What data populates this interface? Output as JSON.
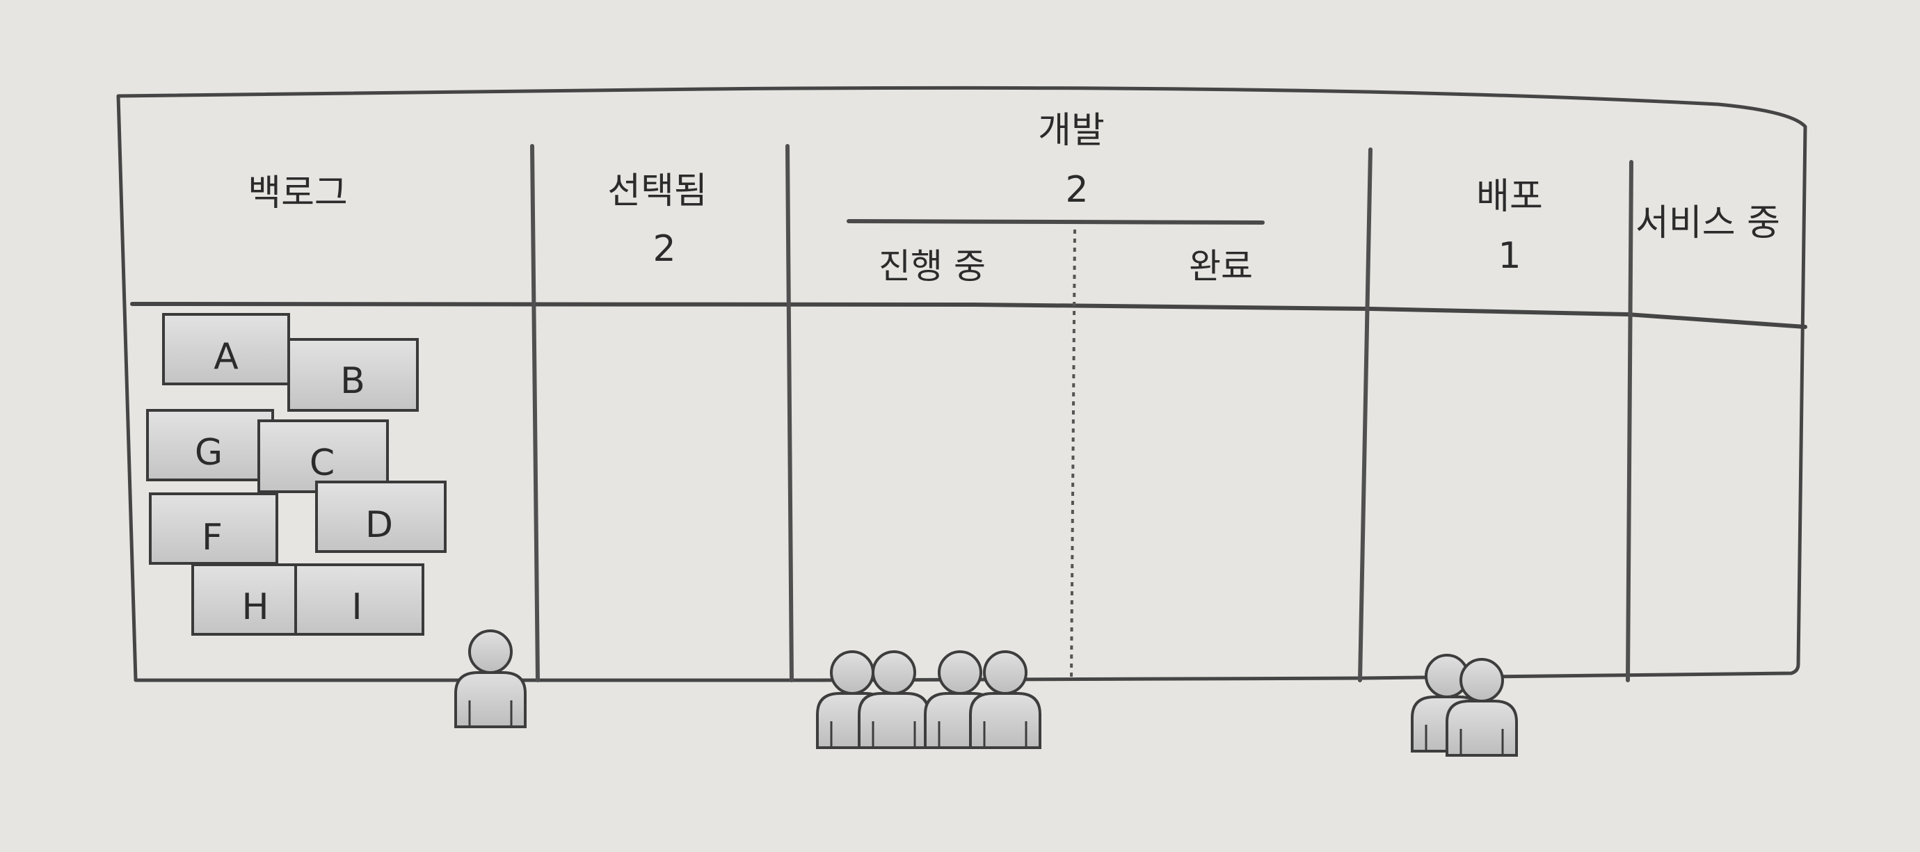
{
  "board": {
    "columns": [
      {
        "name": "백로그",
        "wip": ""
      },
      {
        "name": "선택됨",
        "wip": "2"
      },
      {
        "name": "개발",
        "wip": "2",
        "sub": [
          "진행 중",
          "완료"
        ]
      },
      {
        "name": "배포",
        "wip": "1"
      },
      {
        "name": "서비스 중",
        "wip": ""
      }
    ],
    "backlog_cards": [
      "A",
      "B",
      "G",
      "C",
      "F",
      "D",
      "H",
      "I"
    ],
    "people": {
      "backlog": 1,
      "development": 4,
      "deployment": 2
    }
  },
  "colors": {
    "background": "#e7e5e1",
    "line": "#4a4a4a",
    "card_fill": "#cfcfcf",
    "card_stroke": "#3c3c3c",
    "person_fill": "#d2d2d2"
  }
}
